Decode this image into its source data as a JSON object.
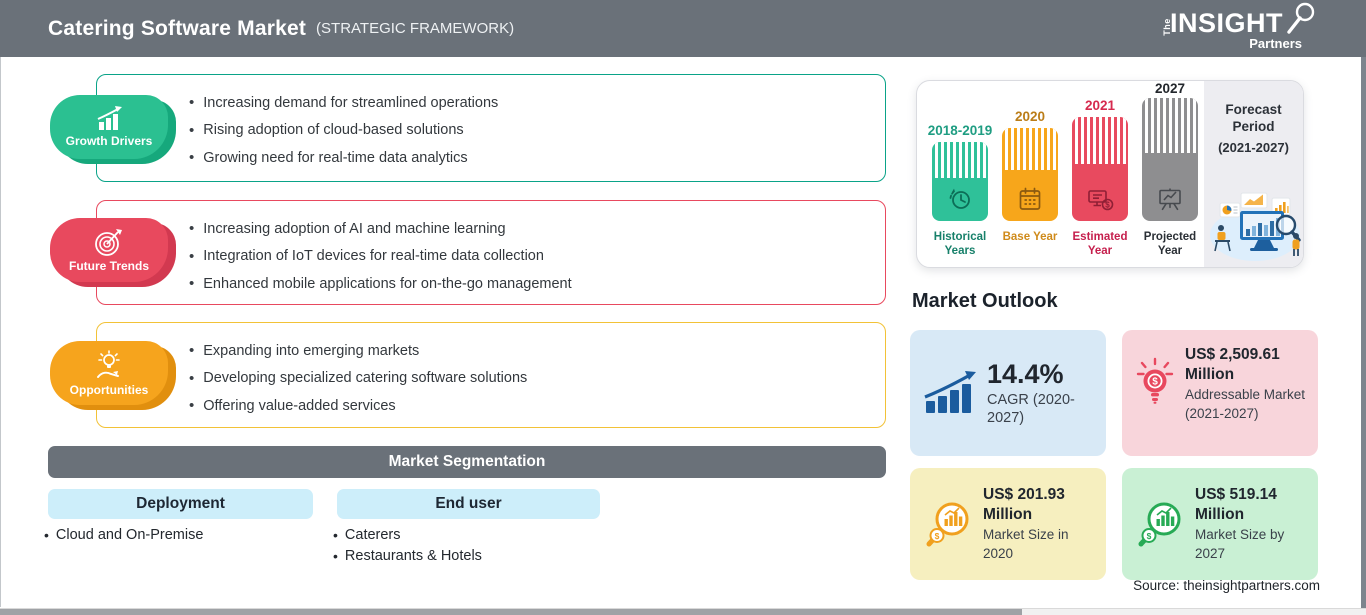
{
  "header": {
    "title": "Catering Software Market",
    "subtitle": "(STRATEGIC FRAMEWORK)",
    "logo": {
      "the": "The",
      "insight": "INSIGHT",
      "partners": "Partners"
    }
  },
  "sections": [
    {
      "label": "Growth Drivers",
      "color": "#2bc091",
      "items": [
        "Increasing demand for streamlined operations",
        "Rising adoption of cloud-based solutions",
        "Growing need for real-time data analytics"
      ]
    },
    {
      "label": "Future Trends",
      "color": "#e8495e",
      "items": [
        "Increasing adoption of AI and machine learning",
        "Integration of IoT devices for real-time data collection",
        "Enhanced mobile applications for on-the-go management"
      ]
    },
    {
      "label": "Opportunities",
      "color": "#f6a41d",
      "items": [
        "Expanding into emerging markets",
        "Developing specialized catering software solutions",
        "Offering value-added services"
      ]
    }
  ],
  "segmentation": {
    "title": "Market Segmentation",
    "columns": [
      {
        "header": "Deployment",
        "items": [
          "Cloud and On-Premise"
        ]
      },
      {
        "header": "End user",
        "items": [
          "Caterers",
          "Restaurants & Hotels"
        ]
      }
    ]
  },
  "timeline": {
    "bars": [
      {
        "year": "2018-2019",
        "caption": "Historical Years",
        "color": "#2fc199"
      },
      {
        "year": "2020",
        "caption": "Base Year",
        "color": "#f7a61b"
      },
      {
        "year": "2021",
        "caption": "Estimated Year",
        "color": "#e84a5f"
      },
      {
        "year": "2027",
        "caption": "Projected Year",
        "color": "#8e8e90"
      }
    ],
    "forecast": {
      "title": "Forecast Period",
      "range": "(2021-2027)"
    }
  },
  "outlook": {
    "title": "Market Outlook",
    "cards": [
      {
        "value": "14.4%",
        "label": "CAGR (2020-2027)",
        "bg": "#d8e9f6",
        "icon_color": "#1b5c9e"
      },
      {
        "value": "US$ 2,509.61 Million",
        "label": "Addressable Market (2021-2027)",
        "bg": "#f8d5db",
        "icon_color": "#e8485e"
      },
      {
        "value": "US$ 201.93 Million",
        "label": "Market Size in 2020",
        "bg": "#f6efbf",
        "icon_color": "#f0a01e"
      },
      {
        "value": "US$ 519.14 Million",
        "label": "Market Size by 2027",
        "bg": "#c9f0d4",
        "icon_color": "#27aa55"
      }
    ]
  },
  "source": "Source: theinsightpartners.com"
}
